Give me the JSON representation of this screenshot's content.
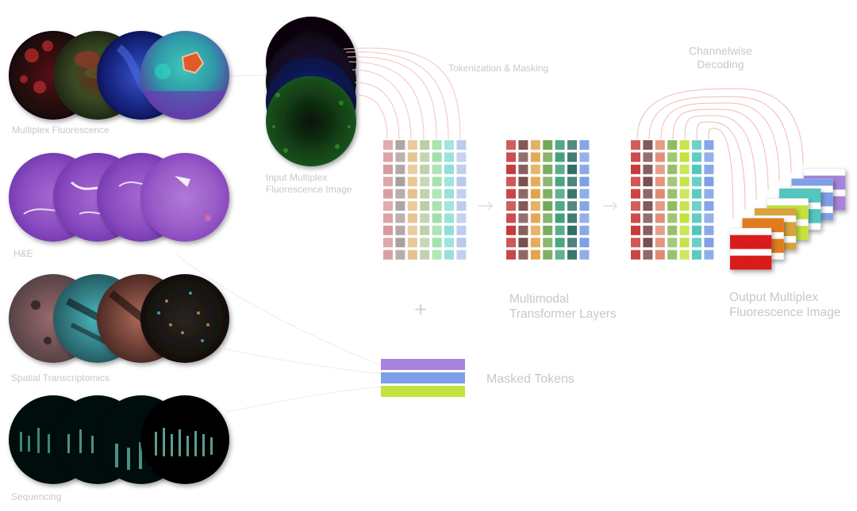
{
  "labels": {
    "multiplex": "Multiplex Fluorescence",
    "he": "H&E",
    "spatial": "Spatial Transcriptomics",
    "sequencing": "Sequencing",
    "input_line1": "Input Multiplex",
    "input_line2": "Fluorescence Image",
    "tokenization": "Tokenization & Masking",
    "multimodal_line1": "Multimodal",
    "multimodal_line2": "Transformer Layers",
    "decoding_line1": "Channelwise",
    "decoding_line2": "Decoding",
    "output_line1": "Output Multiplex",
    "output_line2": "Fluorescence Image",
    "masked_tokens": "Masked Tokens",
    "plus": "+"
  },
  "colors": {
    "label_gray": "#c8c8c8",
    "arrow_gray": "#d8d8d8",
    "curve_pink": "#f2b8b8",
    "token_purple": "#a882dc",
    "token_blue": "#7f9fe6",
    "token_lime": "#c3e23e",
    "grid_input": [
      "#d99a9a",
      "#a9a1a0",
      "#e6c28c",
      "#b9cfa8",
      "#9fe0a8",
      "#8fe0d8",
      "#b9c8ec"
    ],
    "grid_mid": [
      "#c73b3b",
      "#7b4f4f",
      "#e0a44c",
      "#74a856",
      "#41a07a",
      "#2f7068",
      "#7f9fe6"
    ],
    "grid_out": [
      "#c73b3b",
      "#7b4f4f",
      "#e08a74",
      "#8fbc60",
      "#c3e23e",
      "#53c6c0",
      "#7f9fe6"
    ],
    "output_stack": [
      "#a882dc",
      "#7f9fe6",
      "#53c6c0",
      "#c3e23e",
      "#d8a23c",
      "#e07c1e",
      "#d81f1f"
    ],
    "modality_row_colors": [
      "#7b2f3a",
      "#6b48b0",
      "#3a6e6a",
      "#1c3a30"
    ]
  }
}
